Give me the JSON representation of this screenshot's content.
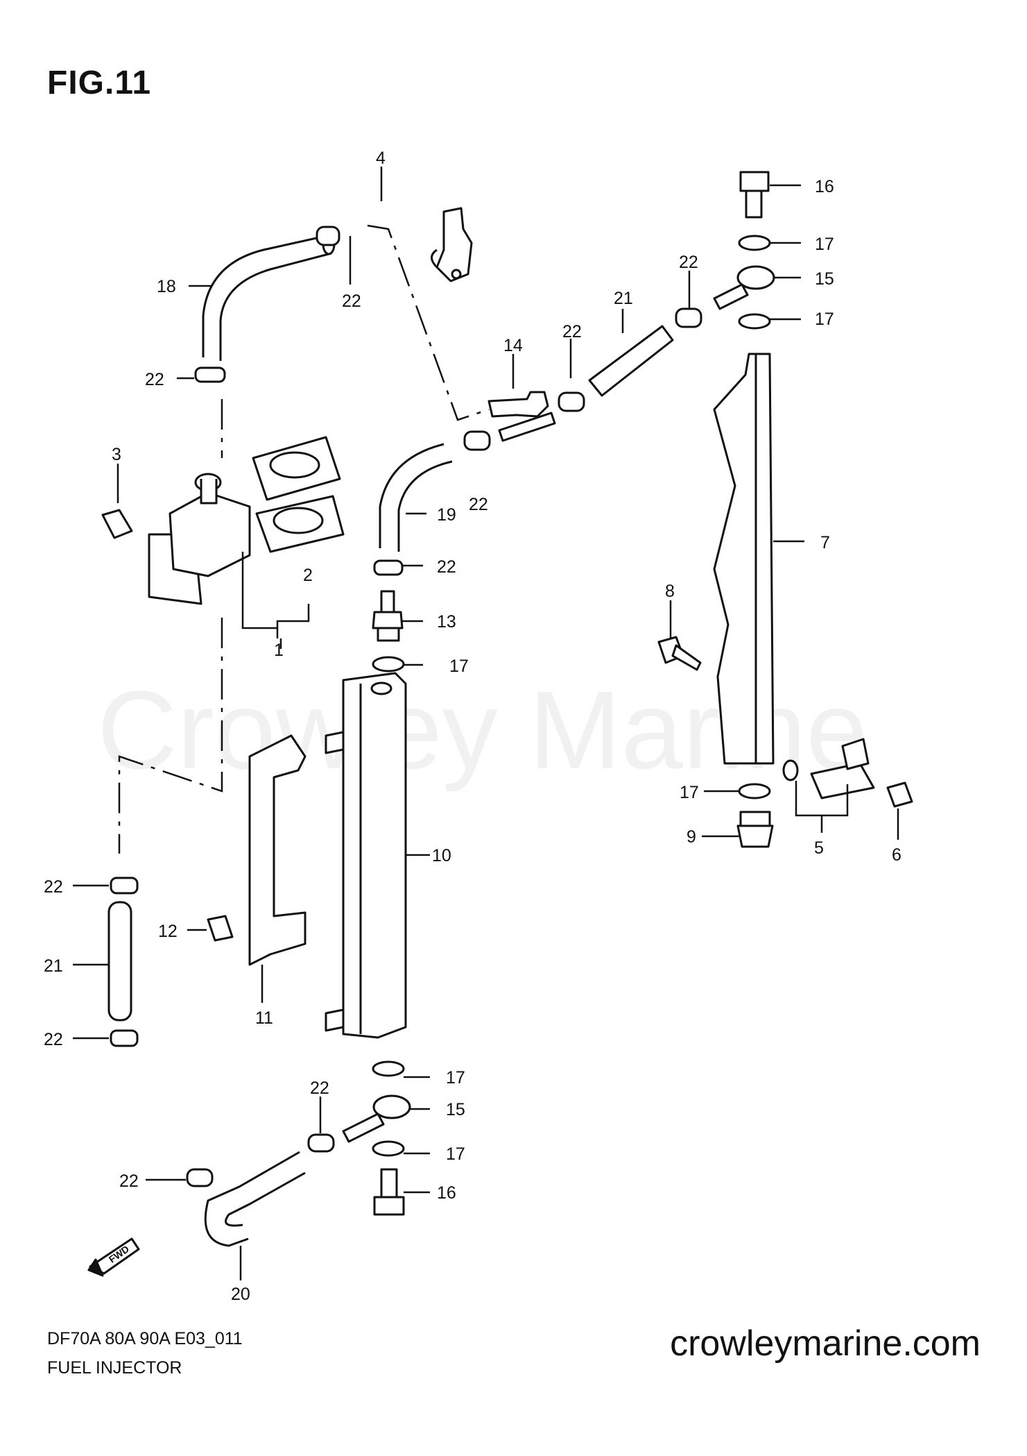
{
  "figure": {
    "title": "FIG.11"
  },
  "watermark": "Crowley Marine",
  "footer": {
    "model_code": "DF70A 80A 90A E03_011",
    "diagram_name": "FUEL INJECTOR",
    "site": "crowleymarine.com"
  },
  "fwd_label": "FWD",
  "callouts": {
    "c1": "1",
    "c2": "2",
    "c3": "3",
    "c4": "4",
    "c5": "5",
    "c6": "6",
    "c7": "7",
    "c8": "8",
    "c9": "9",
    "c10": "10",
    "c11": "11",
    "c12": "12",
    "c13": "13",
    "c14": "14",
    "c15a": "15",
    "c15b": "15",
    "c16a": "16",
    "c16b": "16",
    "c17a": "17",
    "c17b": "17",
    "c17c": "17",
    "c17d": "17",
    "c17e": "17",
    "c17f": "17",
    "c18": "18",
    "c19": "19",
    "c20": "20",
    "c21a": "21",
    "c21b": "21",
    "c22a": "22",
    "c22b": "22",
    "c22c": "22",
    "c22d": "22",
    "c22e": "22",
    "c22f": "22",
    "c22g": "22",
    "c22h": "22",
    "c22i": "22",
    "c22j": "22"
  }
}
